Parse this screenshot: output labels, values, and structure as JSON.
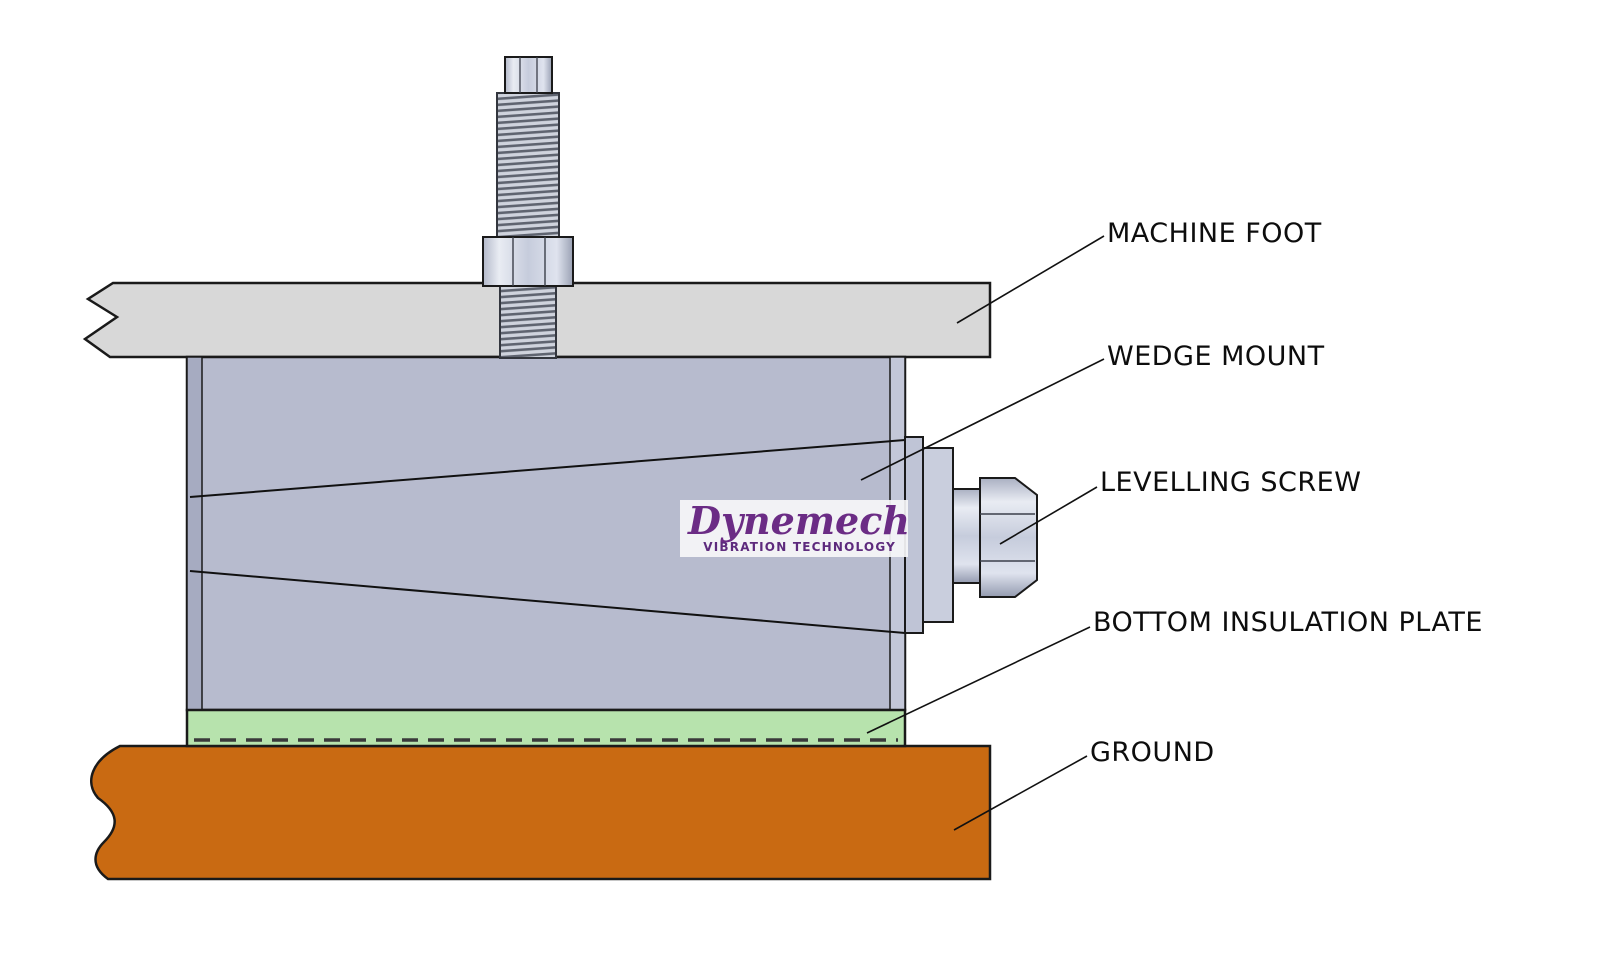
{
  "callouts": {
    "machine_foot": "MACHINE FOOT",
    "wedge_mount": "WEDGE MOUNT",
    "levelling_screw": "LEVELLING SCREW",
    "bottom_insulation_plate": "BOTTOM INSULATION PLATE",
    "ground": "GROUND"
  },
  "logo": {
    "brand": "Dynemech",
    "tagline": "VIBRATION TECHNOLOGY"
  },
  "colors": {
    "machine_foot": "#d8d8d8",
    "wedge_mount_body": "#b7bbce",
    "wedge_mount_left_strip": "#a6abc1",
    "wedge_mount_right_strip": "#c3c7d8",
    "insulation_plate": "#b7e3ad",
    "ground": "#c96a12",
    "outline": "#1a1a1a",
    "logo_purple": "#6b2c85"
  }
}
